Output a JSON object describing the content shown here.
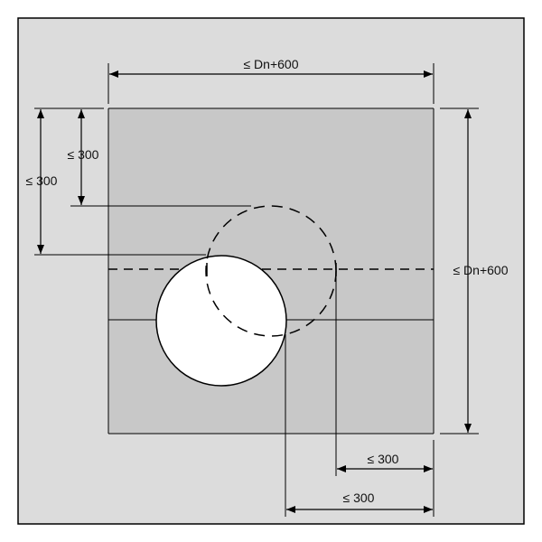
{
  "colors": {
    "frame_fill": "#dcdcdc",
    "frame_stroke": "#000000",
    "slab_fill": "#c8c8c8",
    "line": "#000000",
    "opening_fill": "#ffffff"
  },
  "labels": {
    "top_width": "≤ Dn+600",
    "right_height": "≤ Dn+600",
    "left_outer": "≤ 300",
    "left_inner": "≤ 300",
    "bottom_inner": "≤ 300",
    "bottom_outer": "≤ 300"
  }
}
